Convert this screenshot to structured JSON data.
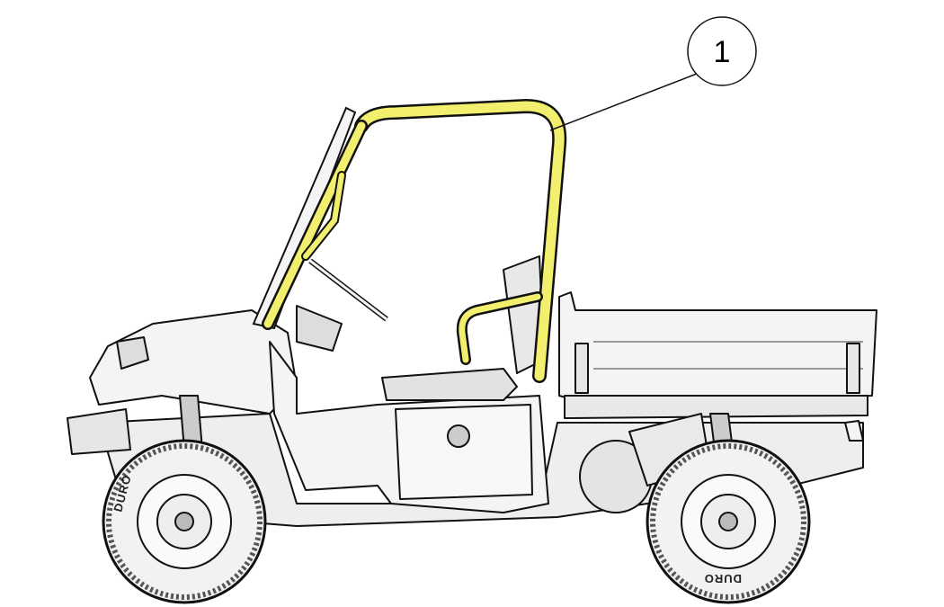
{
  "diagram": {
    "callouts": [
      {
        "label": "1",
        "part": "roll-bar"
      }
    ],
    "tire_brand": "DURO",
    "colors": {
      "highlight": "#f2ef6e",
      "line": "#111111",
      "body": "#f4f4f4",
      "shade": "#d8d8d8"
    }
  }
}
